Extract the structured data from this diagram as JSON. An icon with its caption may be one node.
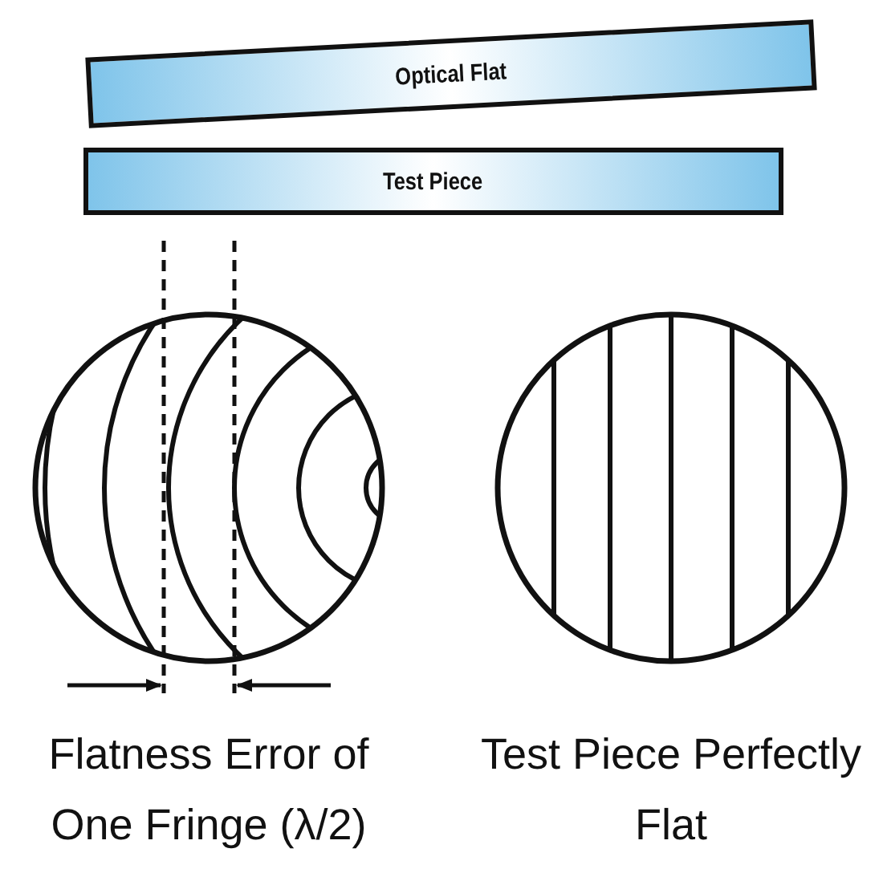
{
  "diagram": {
    "nodes": [
      {
        "text": [
          "Optical Flat"
        ]
      },
      {
        "text": [
          "Test Piece"
        ]
      }
    ],
    "labels": [
      "Flatness Error of One Fringe (λ/2)",
      "Test Piece Perfectly Flat"
    ]
  }
}
